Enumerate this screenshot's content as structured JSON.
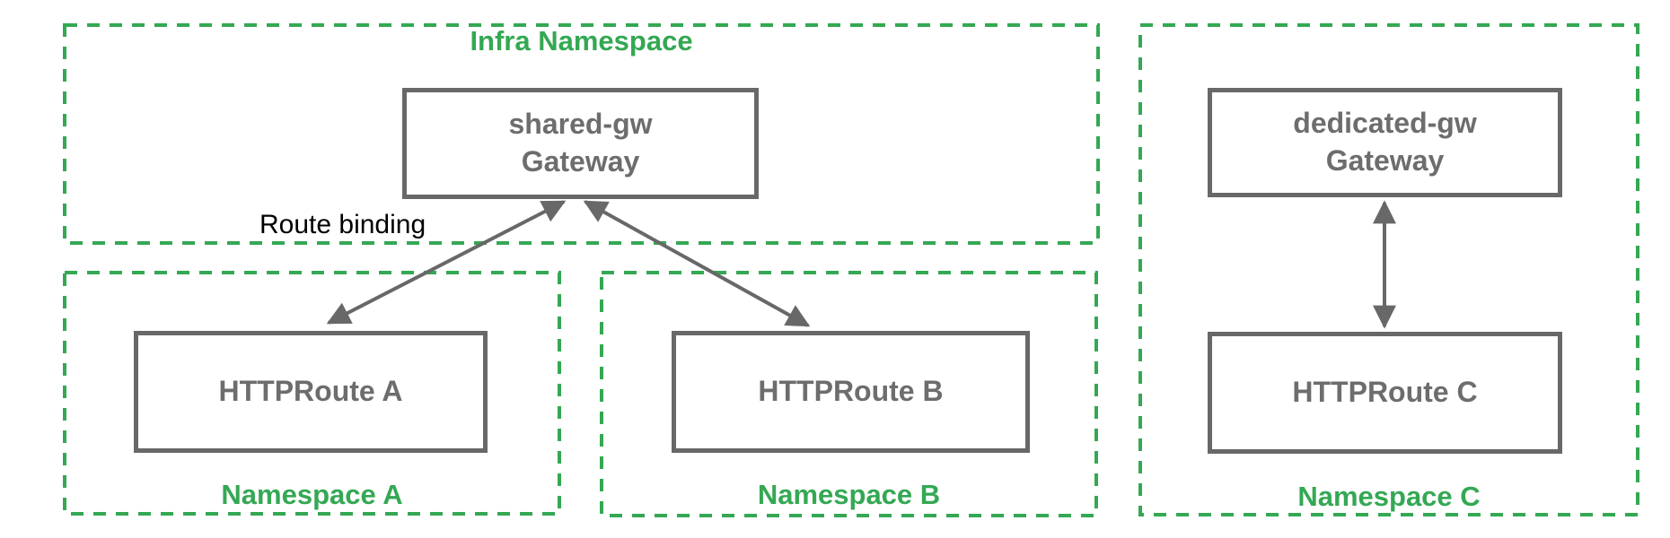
{
  "diagram": {
    "infra_namespace": {
      "title": "Infra Namespace"
    },
    "namespace_a": {
      "label": "Namespace A"
    },
    "namespace_b": {
      "label": "Namespace B"
    },
    "namespace_c": {
      "label": "Namespace C"
    },
    "nodes": {
      "shared_gw": {
        "name": "shared-gw",
        "kind": "Gateway"
      },
      "dedicated_gw": {
        "name": "dedicated-gw",
        "kind": "Gateway"
      },
      "route_a": {
        "label": "HTTPRoute A"
      },
      "route_b": {
        "label": "HTTPRoute B"
      },
      "route_c": {
        "label": "HTTPRoute C"
      }
    },
    "annotations": {
      "route_binding": "Route binding"
    },
    "edges": [
      {
        "from": "HTTPRoute A",
        "to": "shared-gw Gateway",
        "bidirectional": true,
        "label": "Route binding"
      },
      {
        "from": "HTTPRoute B",
        "to": "shared-gw Gateway",
        "bidirectional": true,
        "label": ""
      },
      {
        "from": "HTTPRoute C",
        "to": "dedicated-gw Gateway",
        "bidirectional": true,
        "label": ""
      }
    ],
    "colors": {
      "namespace_green": "#34a853",
      "node_border_gray": "#686868",
      "node_text_gray": "#6d6d6d",
      "arrow_gray": "#686868",
      "annotation_black": "#000000",
      "background": "#ffffff"
    }
  }
}
